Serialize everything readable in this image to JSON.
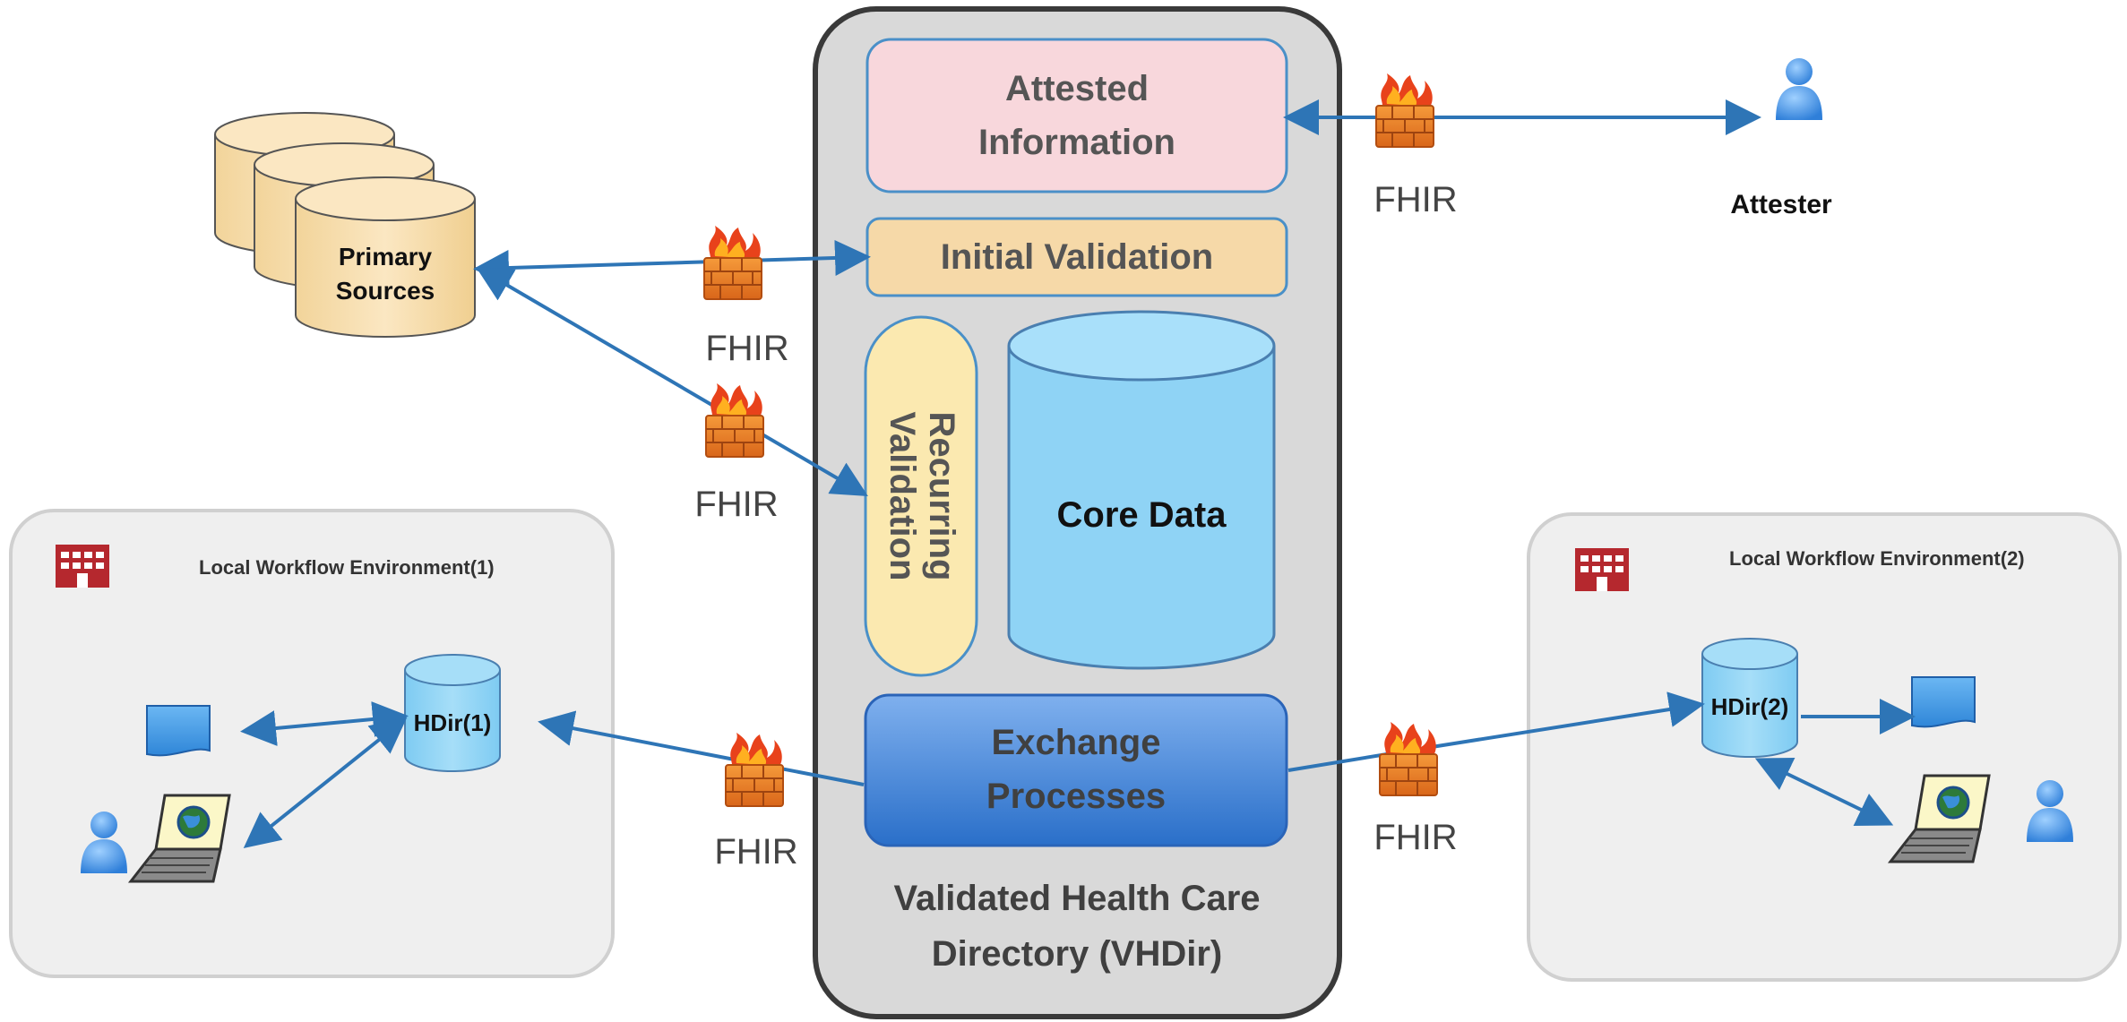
{
  "vhdir": {
    "title_line1": "Validated Health Care",
    "title_line2": "Directory (VHDir)",
    "attested_line1": "Attested",
    "attested_line2": "Information",
    "initial_validation": "Initial Validation",
    "recurring_line1": "Recurring",
    "recurring_line2": "Validation",
    "core_data": "Core Data",
    "exchange_line1": "Exchange",
    "exchange_line2": "Processes"
  },
  "primary_sources": {
    "line1": "Primary",
    "line2": "Sources"
  },
  "attester": {
    "label": "Attester"
  },
  "protocol": {
    "label": "FHIR"
  },
  "local1": {
    "title": "Local Workflow Environment(1)",
    "hdir": "HDir(1)"
  },
  "local2": {
    "title": "Local Workflow Environment(2)",
    "hdir": "HDir(2)"
  },
  "colors": {
    "arrow": "#2e75b6",
    "panel_gray": "#d9d9d9",
    "attested_pink": "#f8d7dc",
    "initial_tan": "#f6d9a8",
    "recurring_yellow": "#fbe9b0",
    "core_blue": "#8fd3f5",
    "exchange_blue": "#3d85d8",
    "building_red": "#b5282e"
  },
  "icons": [
    "firewall-icon",
    "person-icon",
    "building-icon",
    "laptop-icon",
    "document-icon",
    "database-icon"
  ]
}
